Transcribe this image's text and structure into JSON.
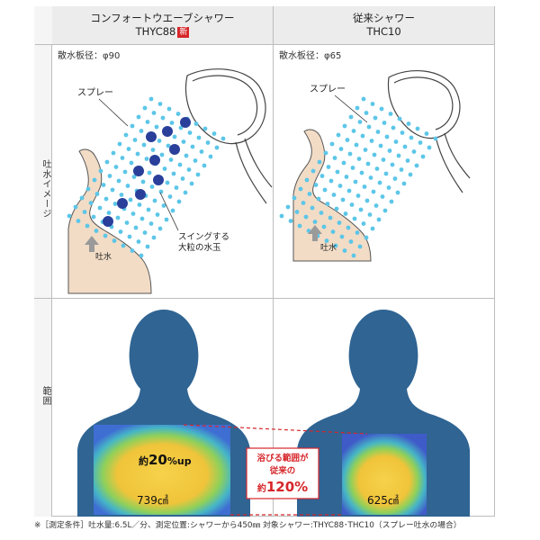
{
  "header": {
    "col1_title": "コンフォートウエーブシャワー",
    "col1_model": "THYC88",
    "col1_badge": "新",
    "col2_title": "従来シャワー",
    "col2_model": "THC10"
  },
  "rows": {
    "spray_image_label": "吐水イメージ",
    "range_label": "範囲"
  },
  "spray_panel_left": {
    "diameter_label": "散水板径：φ90",
    "spray_label": "スプレー",
    "swing_label_1": "スイングする",
    "swing_label_2": "大粒の水玉",
    "water_label": "吐水"
  },
  "spray_panel_right": {
    "diameter_label": "散水板径：φ65",
    "spray_label": "スプレー",
    "water_label": "吐水"
  },
  "range_panel_left": {
    "increase_prefix": "約",
    "increase_value": "20",
    "increase_suffix": "%up",
    "area": "739㎠"
  },
  "range_panel_right": {
    "area": "625㎠"
  },
  "callout": {
    "line1": "浴びる範囲が",
    "line2": "従来の",
    "line3_prefix": "約",
    "line3_value": "120%"
  },
  "footnote": "※［測定条件］吐水量:6.5L／分、測定位置:シャワーから450㎜ 対象シャワー:THYC88･THC10（スプレー吐水の場合）",
  "colors": {
    "body_blue": "#2f6493",
    "skin": "#f2dcc6",
    "droplet_light": "#5cc6e8",
    "droplet_dark": "#2a3f9a",
    "accent_red": "#d6262a",
    "heat_yellow": "#f5cc3c",
    "heat_green": "#8fd05a",
    "heat_blue": "#3f6ed3"
  }
}
